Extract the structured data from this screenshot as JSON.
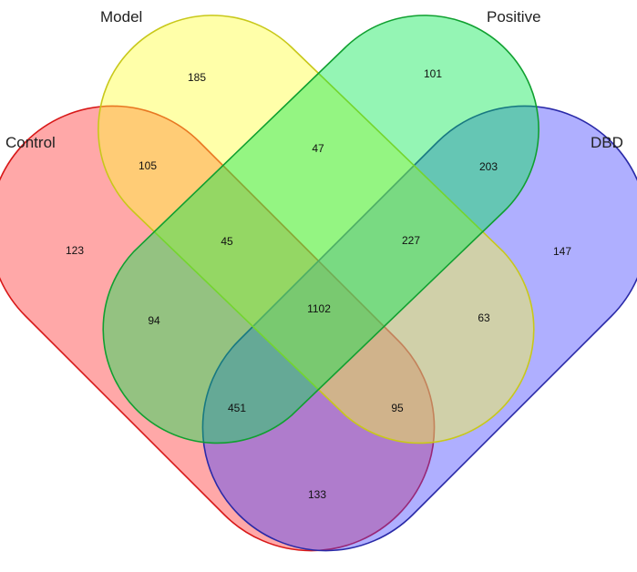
{
  "sets": [
    {
      "id": "control",
      "label": "Control",
      "fill": "#ff3030",
      "stroke": "#d81818"
    },
    {
      "id": "model",
      "label": "Model",
      "fill": "#ffff33",
      "stroke": "#c8c81a"
    },
    {
      "id": "positive",
      "label": "Positive",
      "fill": "#00e64d",
      "stroke": "#10a030"
    },
    {
      "id": "dbd",
      "label": "DBD",
      "fill": "#4040ff",
      "stroke": "#2a2aa8"
    }
  ],
  "regions": [
    {
      "id": "control-only",
      "sets": [
        "Control"
      ],
      "value": "123"
    },
    {
      "id": "model-only",
      "sets": [
        "Model"
      ],
      "value": "185"
    },
    {
      "id": "positive-only",
      "sets": [
        "Positive"
      ],
      "value": "101"
    },
    {
      "id": "dbd-only",
      "sets": [
        "DBD"
      ],
      "value": "147"
    },
    {
      "id": "control-model",
      "sets": [
        "Control",
        "Model"
      ],
      "value": "105"
    },
    {
      "id": "model-positive",
      "sets": [
        "Model",
        "Positive"
      ],
      "value": "47"
    },
    {
      "id": "positive-dbd",
      "sets": [
        "Positive",
        "DBD"
      ],
      "value": "203"
    },
    {
      "id": "control-model-positive",
      "sets": [
        "Control",
        "Model",
        "Positive"
      ],
      "value": "45"
    },
    {
      "id": "model-positive-dbd",
      "sets": [
        "Model",
        "Positive",
        "DBD"
      ],
      "value": "227"
    },
    {
      "id": "control-positive",
      "sets": [
        "Control",
        "Positive"
      ],
      "value": "94"
    },
    {
      "id": "all-four",
      "sets": [
        "Control",
        "Model",
        "Positive",
        "DBD"
      ],
      "value": "1102"
    },
    {
      "id": "model-dbd",
      "sets": [
        "Model",
        "DBD"
      ],
      "value": "63"
    },
    {
      "id": "control-positive-dbd",
      "sets": [
        "Control",
        "Positive",
        "DBD"
      ],
      "value": "451"
    },
    {
      "id": "control-model-dbd",
      "sets": [
        "Control",
        "Model",
        "DBD"
      ],
      "value": "95"
    },
    {
      "id": "control-dbd",
      "sets": [
        "Control",
        "DBD"
      ],
      "value": "133"
    }
  ]
}
